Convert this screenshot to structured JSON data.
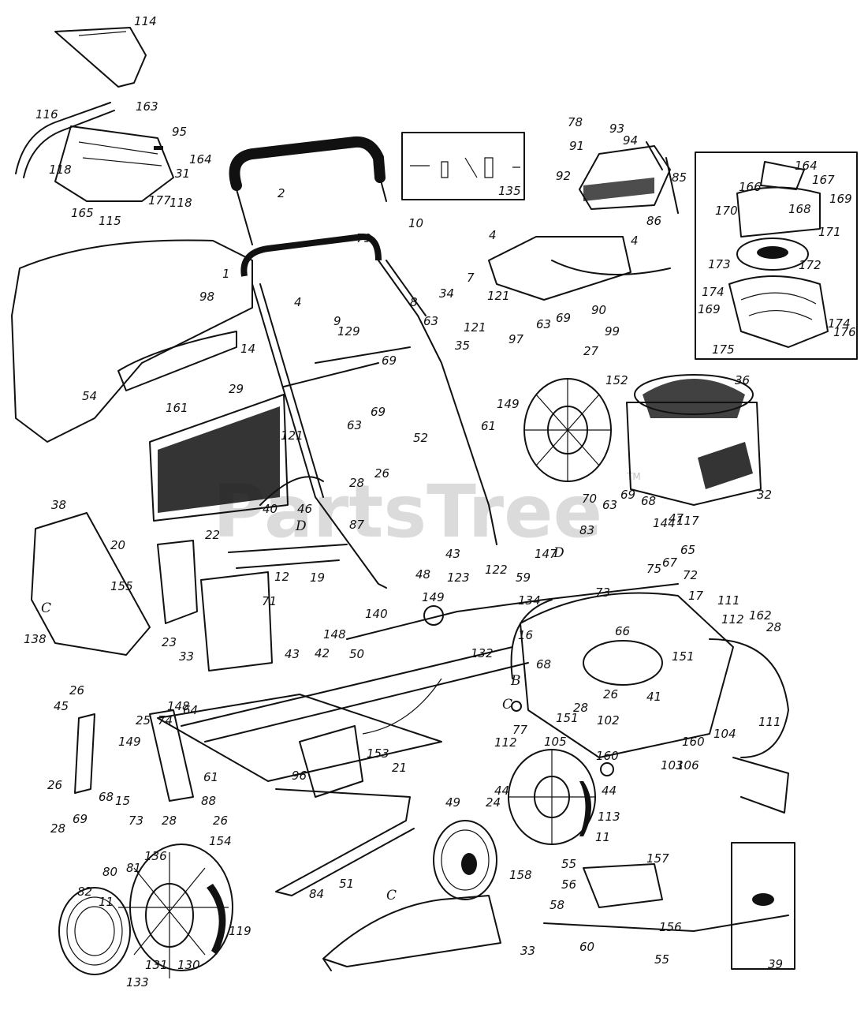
{
  "watermark": {
    "text": "PartsTree",
    "tm": "TM"
  },
  "letters": [
    "C",
    "D",
    "D",
    "B",
    "C",
    "C"
  ],
  "callouts": [
    "114",
    "116",
    "163",
    "95",
    "164",
    "31",
    "118",
    "177",
    "118",
    "165",
    "115",
    "2",
    "135",
    "78",
    "93",
    "94",
    "91",
    "92",
    "85",
    "86",
    "164",
    "166",
    "167",
    "169",
    "168",
    "170",
    "171",
    "173",
    "172",
    "174",
    "169",
    "174",
    "175",
    "176",
    "98",
    "1",
    "79",
    "10",
    "4",
    "7",
    "8",
    "34",
    "4",
    "9",
    "129",
    "4",
    "121",
    "63",
    "69",
    "90",
    "99",
    "97",
    "14",
    "63",
    "121",
    "69",
    "35",
    "52",
    "29",
    "161",
    "54",
    "63",
    "69",
    "121",
    "27",
    "152",
    "36",
    "149",
    "61",
    "38",
    "28",
    "26",
    "46",
    "40",
    "87",
    "32",
    "70",
    "63",
    "69",
    "68",
    "144",
    "47",
    "117",
    "20",
    "22",
    "12",
    "19",
    "71",
    "83",
    "65",
    "75",
    "73",
    "67",
    "72",
    "17",
    "155",
    "23",
    "33",
    "138",
    "43",
    "122",
    "59",
    "147",
    "48",
    "149",
    "123",
    "134",
    "140",
    "16",
    "148",
    "132",
    "42",
    "43",
    "50",
    "66",
    "68",
    "151",
    "111",
    "112",
    "162",
    "28",
    "26",
    "45",
    "148",
    "64",
    "25",
    "74",
    "61",
    "149",
    "68",
    "15",
    "26",
    "28",
    "69",
    "73",
    "28",
    "26",
    "88",
    "154",
    "153",
    "96",
    "21",
    "28",
    "26",
    "41",
    "151",
    "102",
    "77",
    "112",
    "105",
    "160",
    "104",
    "111",
    "103",
    "106",
    "160",
    "44",
    "44",
    "113",
    "11",
    "49",
    "24",
    "158",
    "55",
    "157",
    "56",
    "58",
    "156",
    "60",
    "55",
    "39",
    "51",
    "84",
    "136",
    "81",
    "80",
    "11",
    "82",
    "119",
    "130",
    "131",
    "133",
    "33"
  ]
}
